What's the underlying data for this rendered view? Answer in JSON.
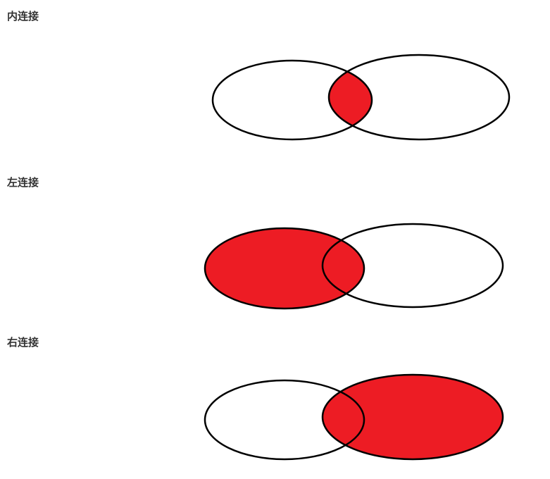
{
  "colors": {
    "highlight": "#ed1c24",
    "outline": "#000000",
    "background": "#ffffff",
    "text": "#333333"
  },
  "sections": [
    {
      "id": "inner",
      "title": "内连接",
      "highlight": "intersection"
    },
    {
      "id": "left",
      "title": "左连接",
      "highlight": "left-circle"
    },
    {
      "id": "right",
      "title": "右连接",
      "highlight": "right-circle"
    }
  ]
}
